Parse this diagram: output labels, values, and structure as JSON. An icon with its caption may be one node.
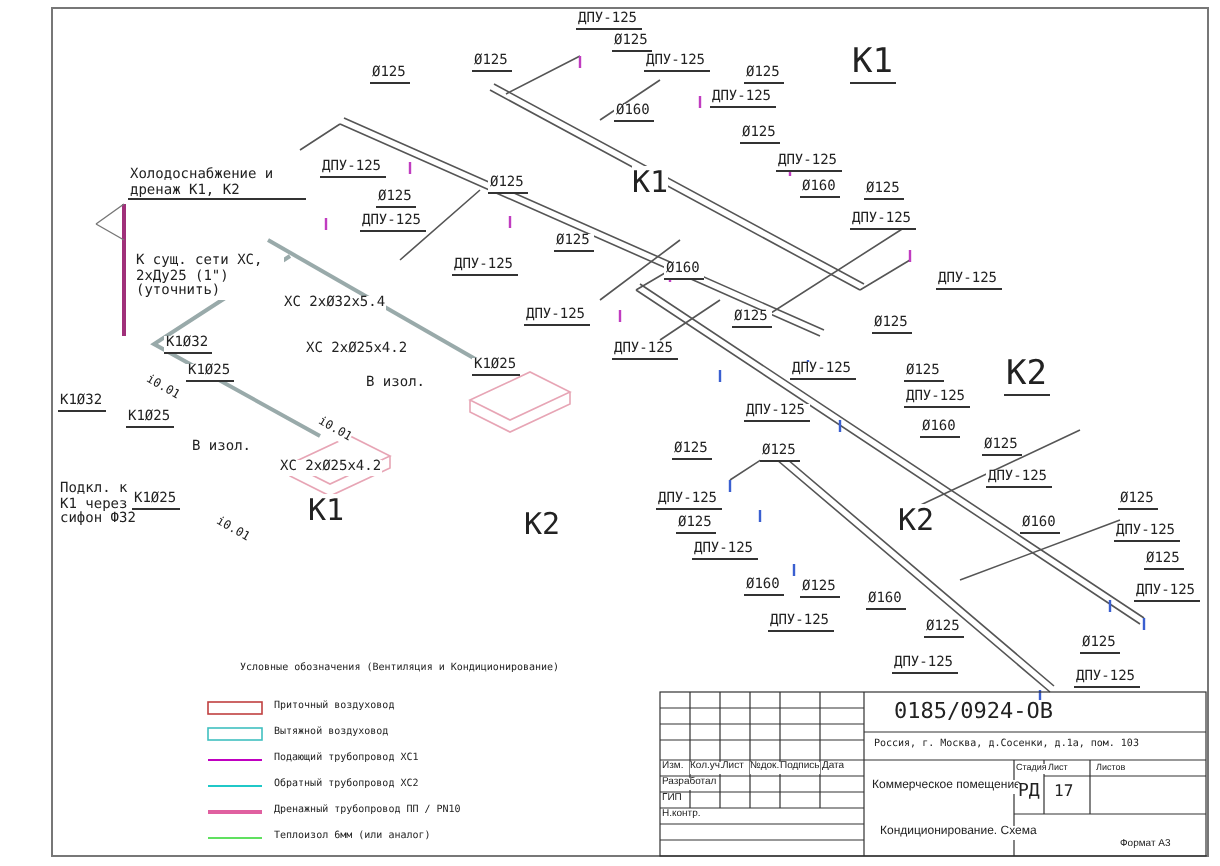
{
  "diagram": {
    "labels": [
      "ДПУ-125",
      "Ø125",
      "ДПУ-125",
      "Ø125",
      "Ø125",
      "Ø125",
      "К1",
      "ДПУ-125",
      "Ø160",
      "Ø125",
      "ДПУ-125",
      "ДПУ-125",
      "Ø125",
      "ДПУ-125",
      "Ø125",
      "К1",
      "Ø160",
      "Ø125",
      "ДПУ-125",
      "Ø125",
      "ДПУ-125",
      "Ø160",
      "ДПУ-125",
      "Ø125",
      "ДПУ-125",
      "ДПУ-125",
      "Ø125",
      "Холодоснабжение и дренаж К1, К2",
      "К сущ. сети ХС, 2хДу25 (1\") (уточнить)",
      "ХС 2хØ32х5.4",
      "ХС 2хØ25х4.2",
      "К1Ø32",
      "К1Ø25",
      "В изол.",
      "К1Ø25",
      "К1Ø32",
      "К1Ø25",
      "i0.01",
      "В изол.",
      "i0.01",
      "ХС 2хØ25х4.2",
      "Подкл. к К1 через сифон Ф32",
      "К1Ø25",
      "i0.01",
      "К1",
      "К2",
      "ДПУ-125",
      "Ø125",
      "ДПУ-125",
      "К2",
      "ДПУ-125",
      "Ø160",
      "Ø125",
      "ДПУ-125",
      "Ø125",
      "Ø125",
      "ДПУ-125",
      "Ø125",
      "ДПУ-125",
      "К2",
      "Ø160",
      "Ø125",
      "ДПУ-125",
      "Ø125",
      "ДПУ-125",
      "Ø160",
      "Ø125",
      "Ø160",
      "ДПУ-125",
      "Ø125",
      "ДПУ-125",
      "Ø125",
      "ДПУ-125",
      "Условные обозначения (Вентиляция и Кондиционирование)",
      "0185/0924-ОВ",
      "Россия, г. Москва, д.Сосенки, д.1а, пом. 103",
      "Изм.",
      "Кол.уч.",
      "Лист",
      "№док.",
      "Подпись",
      "Дата",
      "Разработал",
      "ГИП",
      "Н.контр.",
      "Коммерческое помещение",
      "Стадия",
      "Лист",
      "Листов",
      "РД",
      "17",
      "Кондиционирование. Схема",
      "Формат А3"
    ],
    "legend": [
      {
        "text": "Приточный воздуховод"
      },
      {
        "text": "Вытяжной воздуховод"
      },
      {
        "text": "Подающий трубопровод ХС1"
      },
      {
        "text": "Обратный трубопровод ХС2"
      },
      {
        "text": "Дренажный трубопровод ПП / PN10"
      },
      {
        "text": "Теплоизол 6мм (или аналог)"
      }
    ]
  }
}
